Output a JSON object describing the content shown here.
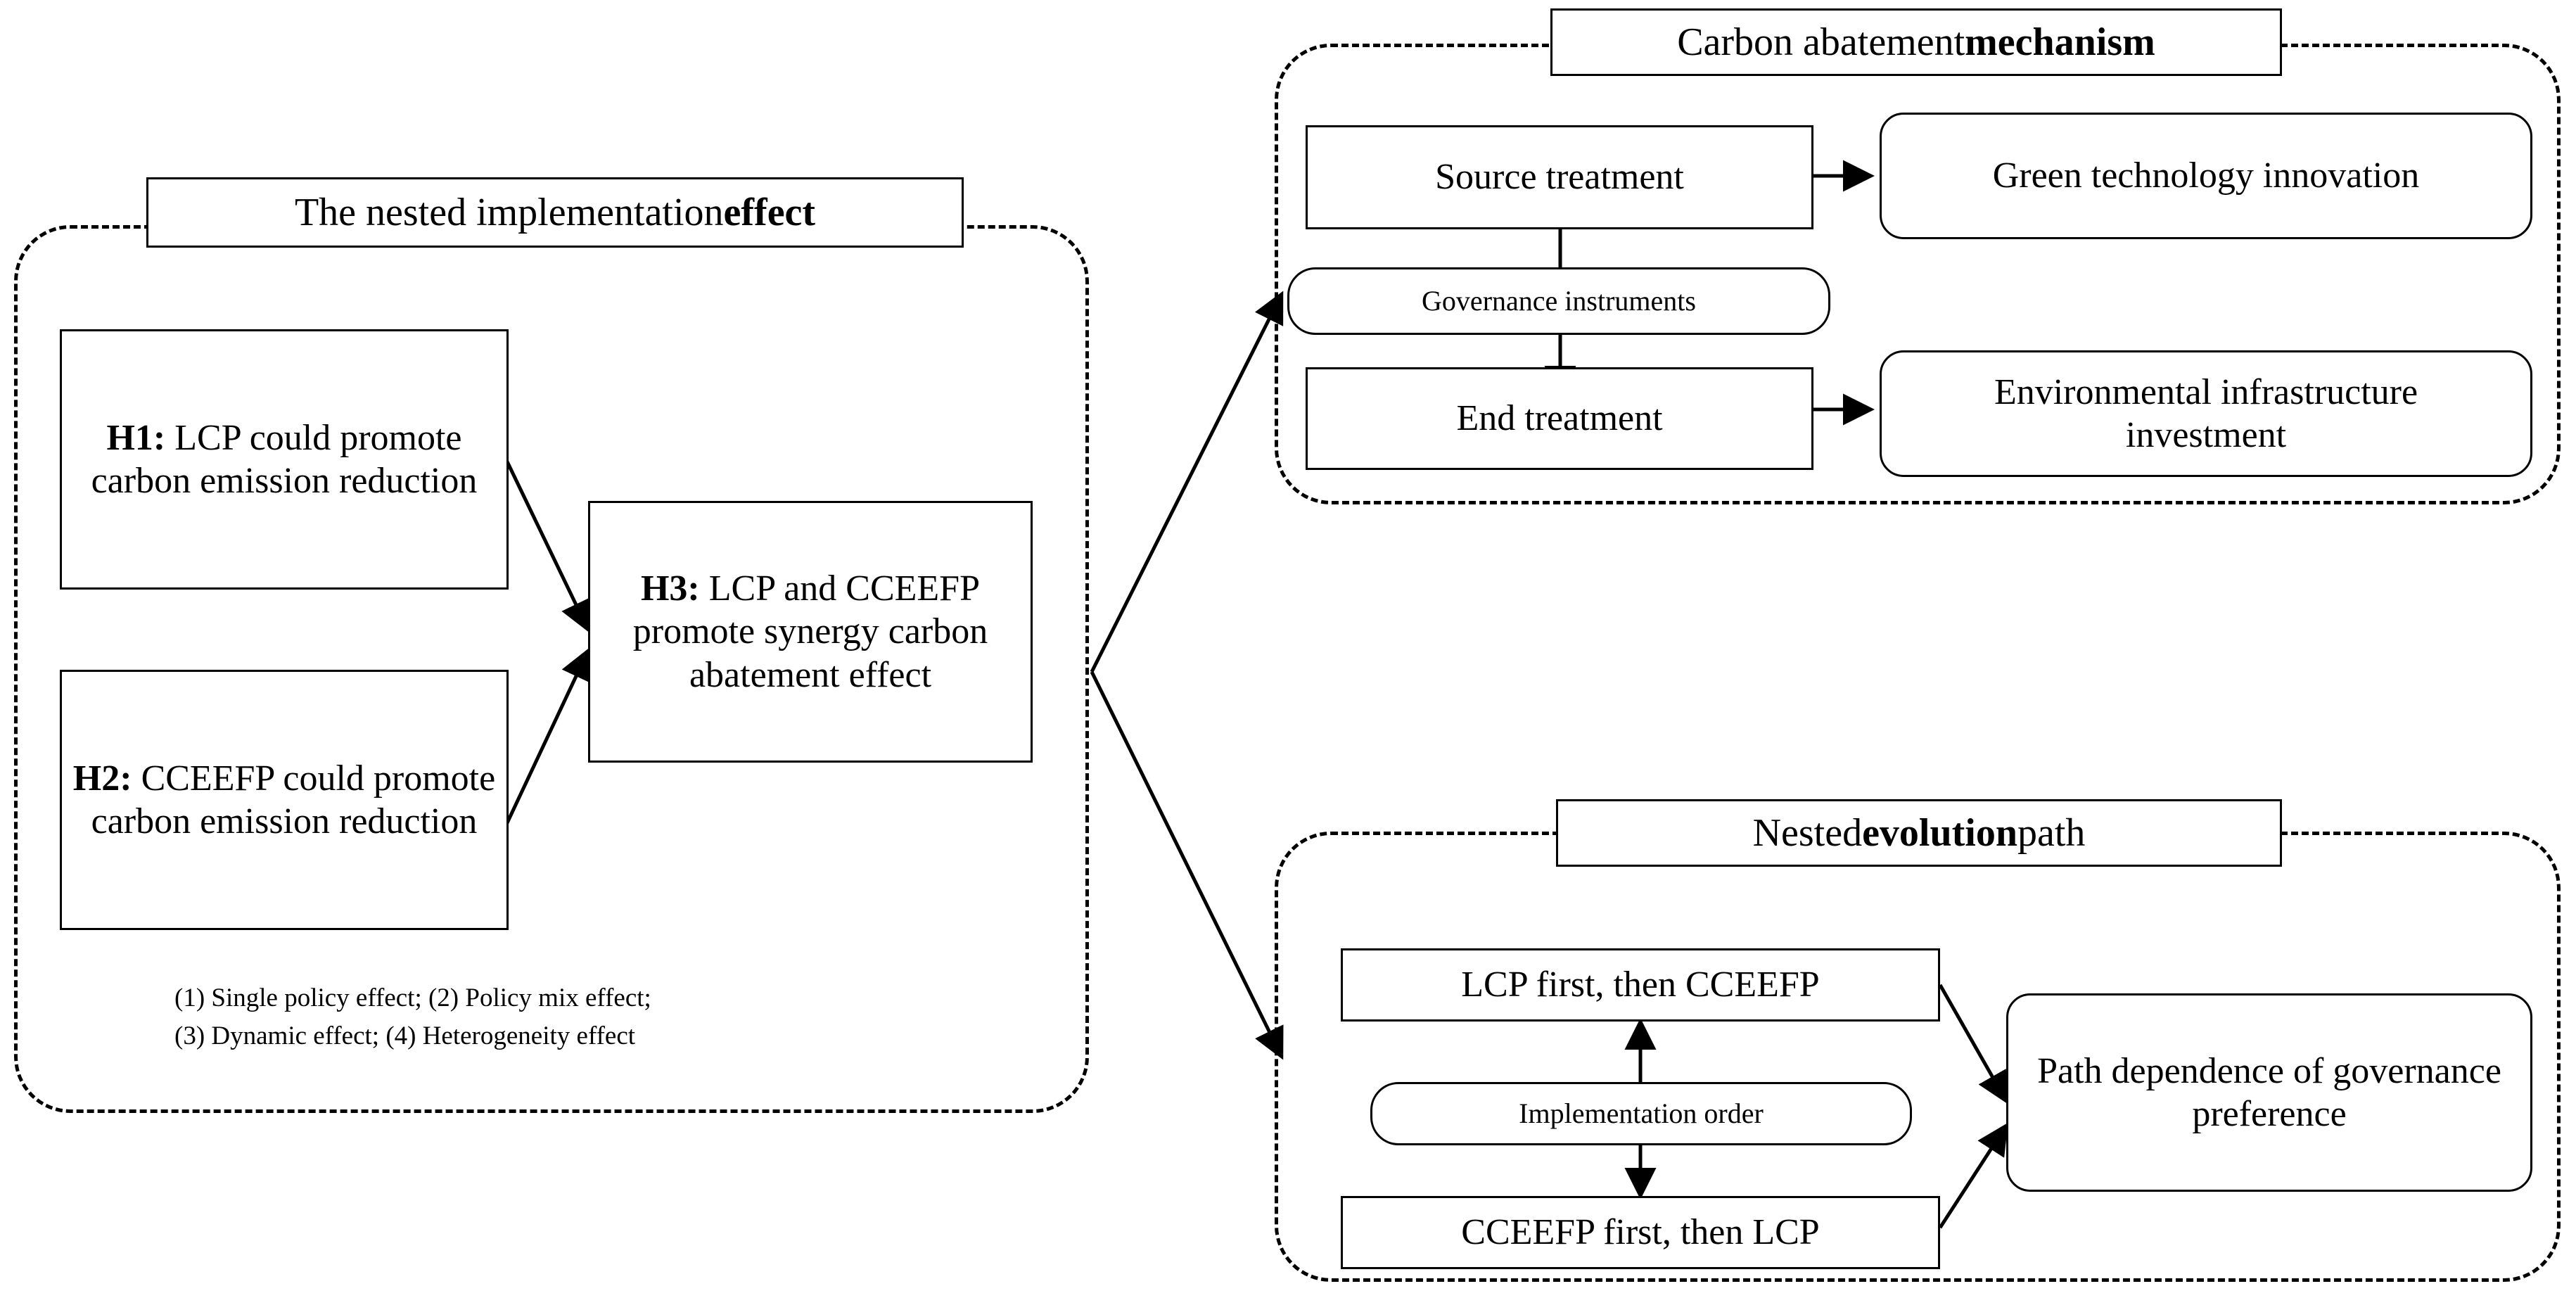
{
  "diagram": {
    "title": "Research framework: nested implementation effect, carbon abatement mechanism and nested evolution path",
    "groups": {
      "effect": {
        "title_prefix": "The nested implementation ",
        "title_bold": "effect",
        "hypotheses": [
          {
            "id": "H1",
            "label_bold": "H1:",
            "label_rest": " LCP could promote carbon emission reduction"
          },
          {
            "id": "H2",
            "label_bold": "H2:",
            "label_rest": " CCEEFP could promote carbon emission reduction"
          },
          {
            "id": "H3",
            "label_bold": "H3:",
            "label_rest": " LCP and CCEEFP promote synergy carbon abatement effect"
          }
        ],
        "footnote": "(1) Single policy effect; (2) Policy mix effect;\n(3) Dynamic  effect;  (4) Heterogeneity  effect"
      },
      "mechanism": {
        "title_prefix": "Carbon abatement ",
        "title_bold": "mechanism",
        "source_treatment": "Source treatment",
        "end_treatment": "End treatment",
        "connector": "Governance  instruments",
        "green_tech": "Green technology innovation",
        "env_infra": "Environmental infrastructure investment"
      },
      "evolution": {
        "title_prefix": "Nested ",
        "title_bold": "evolution",
        "title_suffix": " path",
        "order_first": "LCP first, then CCEEFP",
        "order_second": "CCEEFP first, then LCP",
        "connector": "Implementation  order",
        "outcome": "Path dependence of governance preference"
      }
    },
    "colors": {
      "stroke": "#000000",
      "background": "#ffffff",
      "dashed_border": "#000000"
    }
  }
}
